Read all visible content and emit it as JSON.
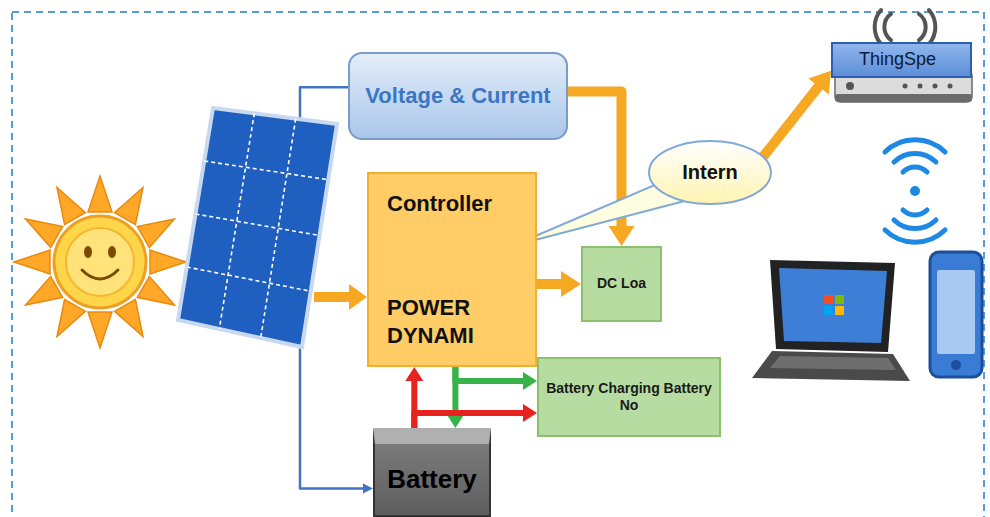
{
  "diagram": {
    "nodes": [
      {
        "text": [
          "Voltage & Current"
        ]
      },
      {
        "text": [
          "Controller",
          "POWER DYNAMI"
        ]
      },
      {
        "text": [
          "DC Loa"
        ]
      },
      {
        "text": [
          "Battery Charging Battery No"
        ]
      },
      {
        "text": [
          "Battery"
        ]
      },
      {
        "text": [
          "ThingSpe"
        ]
      },
      {
        "text": [
          "Intern"
        ]
      }
    ],
    "edges": [
      {
        "from": 1,
        "to": 2,
        "arrow": "to"
      },
      {
        "from": 0,
        "to": 2,
        "arrow": "to"
      },
      {
        "from": 1,
        "to": 4,
        "arrow": "to"
      },
      {
        "from": 4,
        "to": 1,
        "arrow": "to"
      },
      {
        "from": 1,
        "to": 3,
        "arrow": "to"
      },
      {
        "from": 4,
        "to": 3,
        "arrow": "to"
      },
      {
        "from": 0,
        "to": 4,
        "arrow": "to"
      },
      {
        "from": 6,
        "to": 5,
        "arrow": "to"
      }
    ]
  }
}
